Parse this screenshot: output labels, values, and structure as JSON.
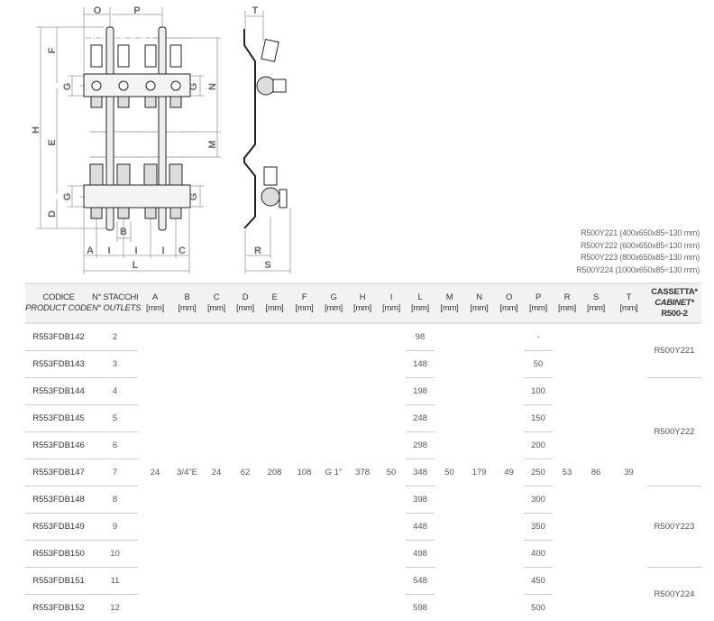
{
  "drawing": {
    "labels": {
      "O": "O",
      "P": "P",
      "T": "T",
      "F": "F",
      "G": "G",
      "H": "H",
      "E": "E",
      "D": "D",
      "N": "N",
      "M": "M",
      "B": "B",
      "A": "A",
      "I": "I",
      "C": "C",
      "L": "L",
      "R": "R",
      "S": "S"
    }
  },
  "cabinets_list": [
    "R500Y221 (400x650x85÷130 mm)",
    "R500Y222 (600x650x85÷130 mm)",
    "R500Y223 (800x650x85÷130 mm)",
    "R500Y224 (1000x650x85÷130 mm)"
  ],
  "table": {
    "headers": [
      {
        "top": "CODICE",
        "bottom": "PRODUCT CODE"
      },
      {
        "top": "N° STACCHI",
        "bottom": "N° OUTLETS"
      },
      {
        "top": "A",
        "bottom": "[mm]"
      },
      {
        "top": "B",
        "bottom": "[mm]"
      },
      {
        "top": "C",
        "bottom": "[mm]"
      },
      {
        "top": "D",
        "bottom": "[mm]"
      },
      {
        "top": "E",
        "bottom": "[mm]"
      },
      {
        "top": "F",
        "bottom": "[mm]"
      },
      {
        "top": "G",
        "bottom": "[mm]"
      },
      {
        "top": "H",
        "bottom": "[mm]"
      },
      {
        "top": "I",
        "bottom": "[mm]"
      },
      {
        "top": "L",
        "bottom": "[mm]"
      },
      {
        "top": "M",
        "bottom": "[mm]"
      },
      {
        "top": "N",
        "bottom": "[mm]"
      },
      {
        "top": "O",
        "bottom": "[mm]"
      },
      {
        "top": "P",
        "bottom": "[mm]"
      },
      {
        "top": "R",
        "bottom": "[mm]"
      },
      {
        "top": "S",
        "bottom": "[mm]"
      },
      {
        "top": "T",
        "bottom": "[mm]"
      },
      {
        "top": "CASSETTA*",
        "mid": "CABINET*",
        "bottom": "R500-2"
      }
    ],
    "rows": [
      {
        "code": "R553FDB142",
        "outlets": "2",
        "L": "98",
        "P": "-"
      },
      {
        "code": "R553FDB143",
        "outlets": "3",
        "L": "148",
        "P": "50"
      },
      {
        "code": "R553FDB144",
        "outlets": "4",
        "L": "198",
        "P": "100"
      },
      {
        "code": "R553FDB145",
        "outlets": "5",
        "L": "248",
        "P": "150"
      },
      {
        "code": "R553FDB146",
        "outlets": "6",
        "L": "298",
        "P": "200"
      },
      {
        "code": "R553FDB147",
        "outlets": "7",
        "L": "348",
        "P": "250"
      },
      {
        "code": "R553FDB148",
        "outlets": "8",
        "L": "398",
        "P": "300"
      },
      {
        "code": "R553FDB149",
        "outlets": "9",
        "L": "448",
        "P": "350"
      },
      {
        "code": "R553FDB150",
        "outlets": "10",
        "L": "498",
        "P": "400"
      },
      {
        "code": "R553FDB151",
        "outlets": "11",
        "L": "548",
        "P": "450"
      },
      {
        "code": "R553FDB152",
        "outlets": "12",
        "L": "598",
        "P": "500"
      }
    ],
    "shared_row_index": 5,
    "shared": {
      "A": "24",
      "B": "3/4\"E",
      "C": "24",
      "D": "62",
      "E": "208",
      "F": "108",
      "G": "G 1\"",
      "H": "378",
      "I": "50",
      "M": "50",
      "N": "179",
      "O": "49",
      "R": "53",
      "S": "86",
      "T": "39"
    },
    "cabinet_groups": [
      {
        "label": "R500Y221",
        "rows": 2
      },
      {
        "label": "R500Y222",
        "rows": 4
      },
      {
        "label": "R500Y223",
        "rows": 3
      },
      {
        "label": "R500Y224",
        "rows": 2
      }
    ]
  }
}
